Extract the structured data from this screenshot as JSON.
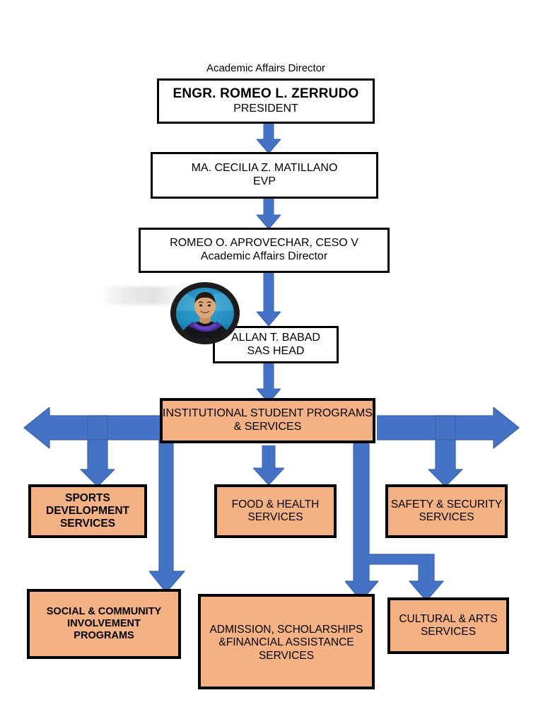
{
  "chart": {
    "title_caption": "Academic Affairs Director",
    "accent_blue": "#4472C4",
    "box_orange": "#F4B183",
    "box_white": "#FFFFFF",
    "outline": "#000000"
  },
  "executives": [
    {
      "name": "ENGR. ROMEO L. ZERRUDO",
      "role": "PRESIDENT"
    },
    {
      "name": "MA. CECILIA Z. MATILLANO",
      "role": "EVP"
    },
    {
      "name": "ROMEO O. APROVECHAR, CESO V",
      "role": "Academic Affairs Director"
    },
    {
      "name": "ALLAN T. BABAD",
      "role": "SAS HEAD"
    }
  ],
  "hub": {
    "line1": "INSTITUTIONAL STUDENT PROGRAMS",
    "line2": "& SERVICES"
  },
  "services": [
    {
      "id": "sports",
      "lines": [
        "SPORTS",
        "DEVELOPMENT",
        "SERVICES"
      ]
    },
    {
      "id": "food",
      "lines": [
        "FOOD & HEALTH",
        "SERVICES"
      ]
    },
    {
      "id": "safety",
      "lines": [
        "SAFETY & SECURITY",
        "SERVICES"
      ]
    },
    {
      "id": "social",
      "lines": [
        "SOCIAL & COMMUNITY",
        "INVOLVEMENT",
        "PROGRAMS"
      ]
    },
    {
      "id": "admission",
      "lines": [
        "ADMISSION, SCHOLARSHIPS",
        "&FINANCIAL ASSISTANCE",
        "SERVICES"
      ]
    },
    {
      "id": "cultural",
      "lines": [
        "CULTURAL & ARTS",
        "SERVICES"
      ]
    }
  ],
  "portrait": {
    "alt": "portrait-allan-t-babad"
  }
}
